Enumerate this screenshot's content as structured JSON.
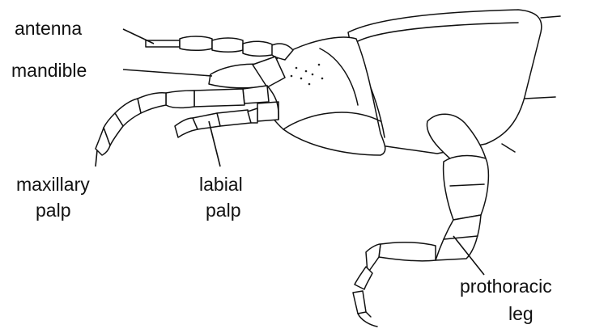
{
  "labels": {
    "antenna": "antenna",
    "mandible": "mandible",
    "maxillary_palp": [
      "maxillary",
      "palp"
    ],
    "labial_palp": [
      "labial",
      "palp"
    ],
    "prothoracic_leg": [
      "prothoracic",
      "leg"
    ]
  },
  "colors": {
    "ink": "#111111",
    "background": "#ffffff"
  }
}
